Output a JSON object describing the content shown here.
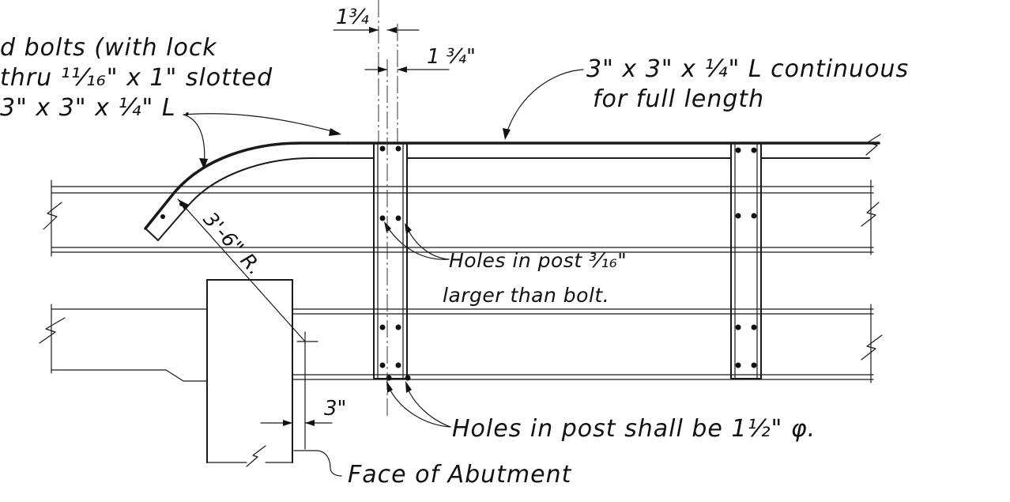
{
  "labels": {
    "bolts_note_line1": "d bolts (with lock",
    "bolts_note_line2": "thru ¹¹⁄₁₆\" x 1\" slotted",
    "bolts_note_line3": "3\" x 3\" x ¼\" L .",
    "angle_note_line1": "3\" x 3\" x ¼\" L continuous",
    "angle_note_line2": "for full length",
    "holes_small_line1": "Holes in post ³⁄₁₆\"",
    "holes_small_line2": "larger than bolt.",
    "holes_large": "Holes in post shall be 1½\" φ.",
    "face_abutment": "Face of Abutment",
    "radius": "3'-6\" R."
  },
  "dimensions": {
    "top_left": "1¾",
    "top_right": "1 ¾\"",
    "bottom": "3\""
  }
}
